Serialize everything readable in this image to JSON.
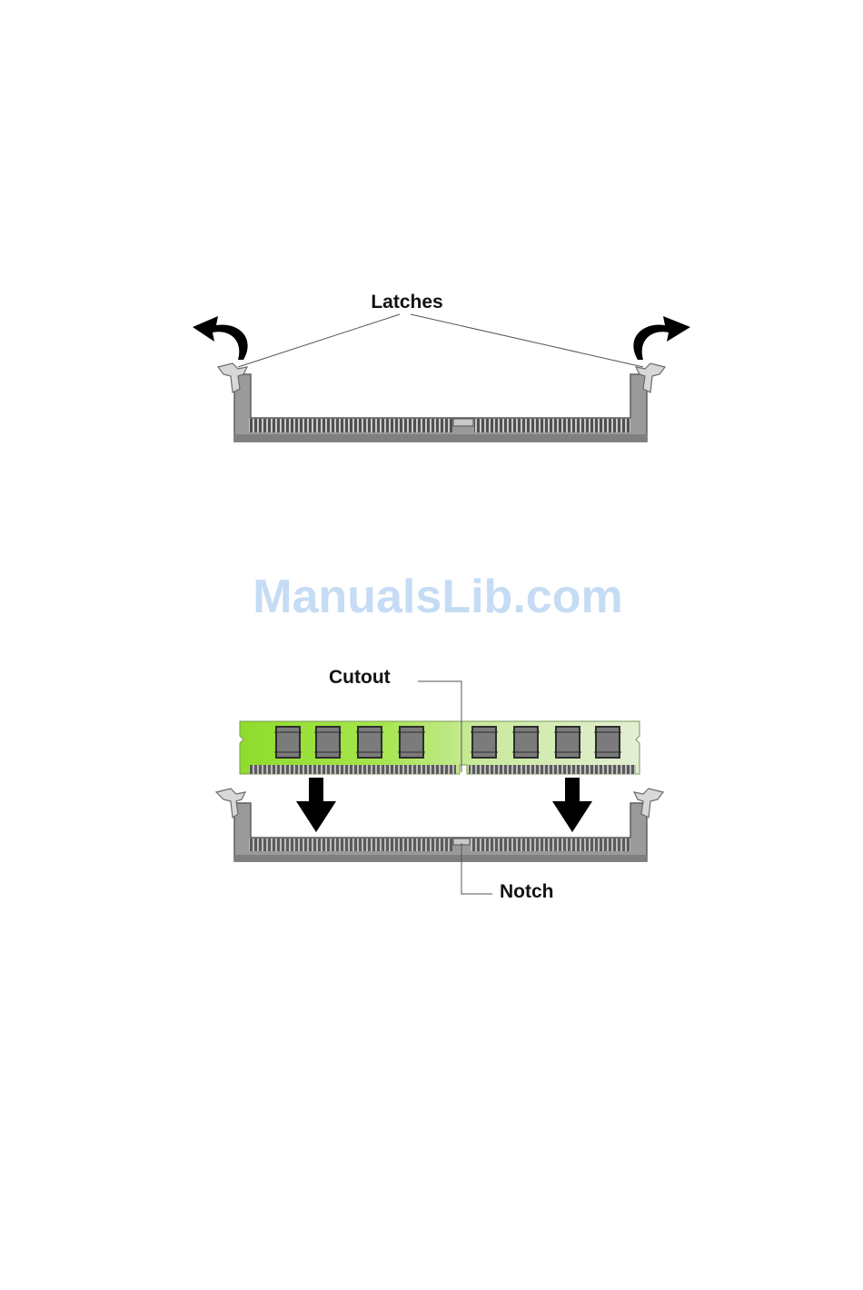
{
  "labels": {
    "latches": "Latches",
    "cutout": "Cutout",
    "notch": "Notch"
  },
  "watermark": {
    "text": "ManualsLib.com",
    "color": "#c5dcf4"
  },
  "colors": {
    "slot_gray": "#9a9a9a",
    "slot_dark": "#5e5e5e",
    "pins": "#505050",
    "module_green": "#9be23a",
    "module_light": "#dcedc4",
    "chip": "#7b7b7b",
    "arrow": "#000000",
    "leader": "#555555"
  },
  "icons": {
    "left_arrow": "curved-arrow-up-left-icon",
    "right_arrow": "curved-arrow-up-right-icon",
    "down_arrows": "arrow-down-icon"
  }
}
